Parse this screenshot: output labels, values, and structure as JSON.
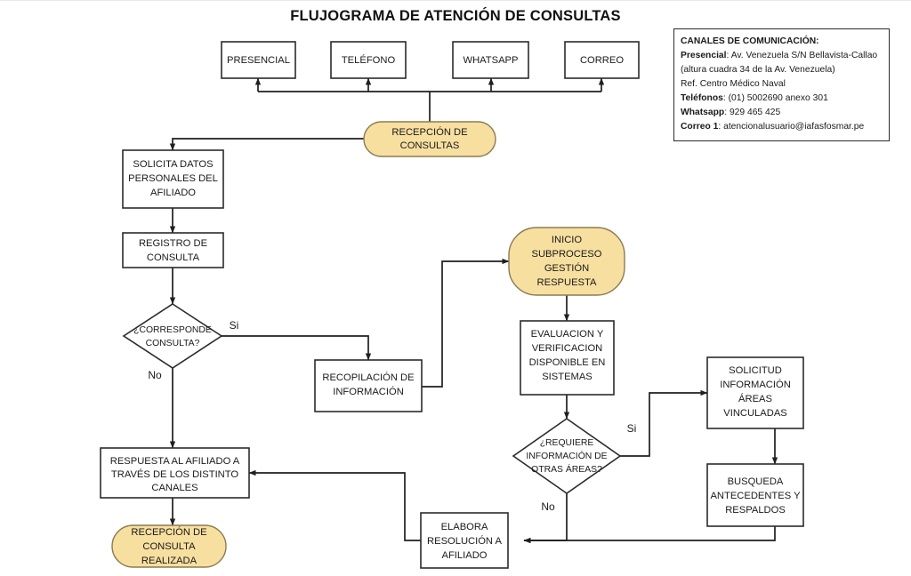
{
  "title": "FLUJOGRAMA DE ATENCIÓN DE CONSULTAS",
  "colors": {
    "terminator_fill": "#F7DFA0",
    "terminator_stroke": "#8C7B52",
    "box_stroke": "#2B2B2B",
    "connector": "#1F1F1F",
    "background": "#FFFFFF"
  },
  "channels": [
    {
      "id": "presencial",
      "label": "PRESENCIAL"
    },
    {
      "id": "telefono",
      "label": "TELÉFONO"
    },
    {
      "id": "whatsapp",
      "label": "WHATSAPP"
    },
    {
      "id": "correo",
      "label": "CORREO"
    }
  ],
  "nodes": {
    "recepcion_consultas": {
      "type": "terminator",
      "lines": [
        "RECEPCIÓN DE",
        "CONSULTAS"
      ]
    },
    "solicita_datos": {
      "type": "process",
      "lines": [
        "SOLICITA DATOS",
        "PERSONALES DEL",
        "AFILIADO"
      ]
    },
    "registro_consulta": {
      "type": "process",
      "lines": [
        "REGISTRO DE",
        "CONSULTA"
      ]
    },
    "corresponde_consulta": {
      "type": "decision",
      "lines": [
        "¿CORRESPONDE",
        "CONSULTA?"
      ]
    },
    "recopilacion_informacion": {
      "type": "process",
      "lines": [
        "RECOPILACIÓN  DE",
        "INFORMACIÓN"
      ]
    },
    "inicio_subproceso": {
      "type": "terminator",
      "lines": [
        "INICIO",
        "SUBPROCESO",
        "GESTIÓN",
        "RESPUESTA"
      ]
    },
    "evaluacion_verificacion": {
      "type": "process",
      "lines": [
        "EVALUACION Y",
        "VERIFICACION",
        "DISPONIBLE EN",
        "SISTEMAS"
      ]
    },
    "requiere_informacion": {
      "type": "decision",
      "lines": [
        "¿REQUIERE",
        "INFORMACIÓN DE",
        "OTRAS ÁREAS?"
      ]
    },
    "solicitud_informacion": {
      "type": "process",
      "lines": [
        "SOLICITUD",
        "INFORMACIÓN",
        "ÁREAS",
        "VINCULADAS"
      ]
    },
    "busqueda_antecedentes": {
      "type": "process",
      "lines": [
        "BUSQUEDA",
        "ANTECEDENTES Y",
        "RESPALDOS"
      ]
    },
    "elabora_resolucion": {
      "type": "process",
      "lines": [
        "ELABORA",
        "RESOLUCIÓN A",
        "AFILIADO"
      ]
    },
    "respuesta_afiliado": {
      "type": "process",
      "lines": [
        "RESPUESTA AL AFILIADO A",
        "TRAVÉS DE LOS DISTINTO",
        "CANALES"
      ]
    },
    "recepcion_realizada": {
      "type": "terminator",
      "lines": [
        "RECEPCIÓN DE",
        "CONSULTA",
        "REALIZADA"
      ]
    }
  },
  "branch_labels": {
    "corresponde_si": "Si",
    "corresponde_no": "No",
    "requiere_si": "Si",
    "requiere_no": "No"
  },
  "info_panel": {
    "heading": "CANALES DE COMUNICACIÓN:",
    "rows": [
      {
        "label": "Presencial",
        "sep": ": ",
        "value": "Av. Venezuela S/N Bellavista-Callao"
      },
      {
        "label": "",
        "sep": "",
        "value": "(altura cuadra 34 de la Av. Venezuela)"
      },
      {
        "label": "",
        "sep": "",
        "value": "Ref. Centro Médico Naval"
      },
      {
        "label": "Teléfonos",
        "sep": ": ",
        "value": "(01) 5002690  anexo 301"
      },
      {
        "label": "Whatsapp",
        "sep": ": ",
        "value": "929 465 425"
      },
      {
        "label": "Correo 1",
        "sep": ": ",
        "value": "atencionalusuario@iafasfosmar.pe"
      }
    ]
  }
}
